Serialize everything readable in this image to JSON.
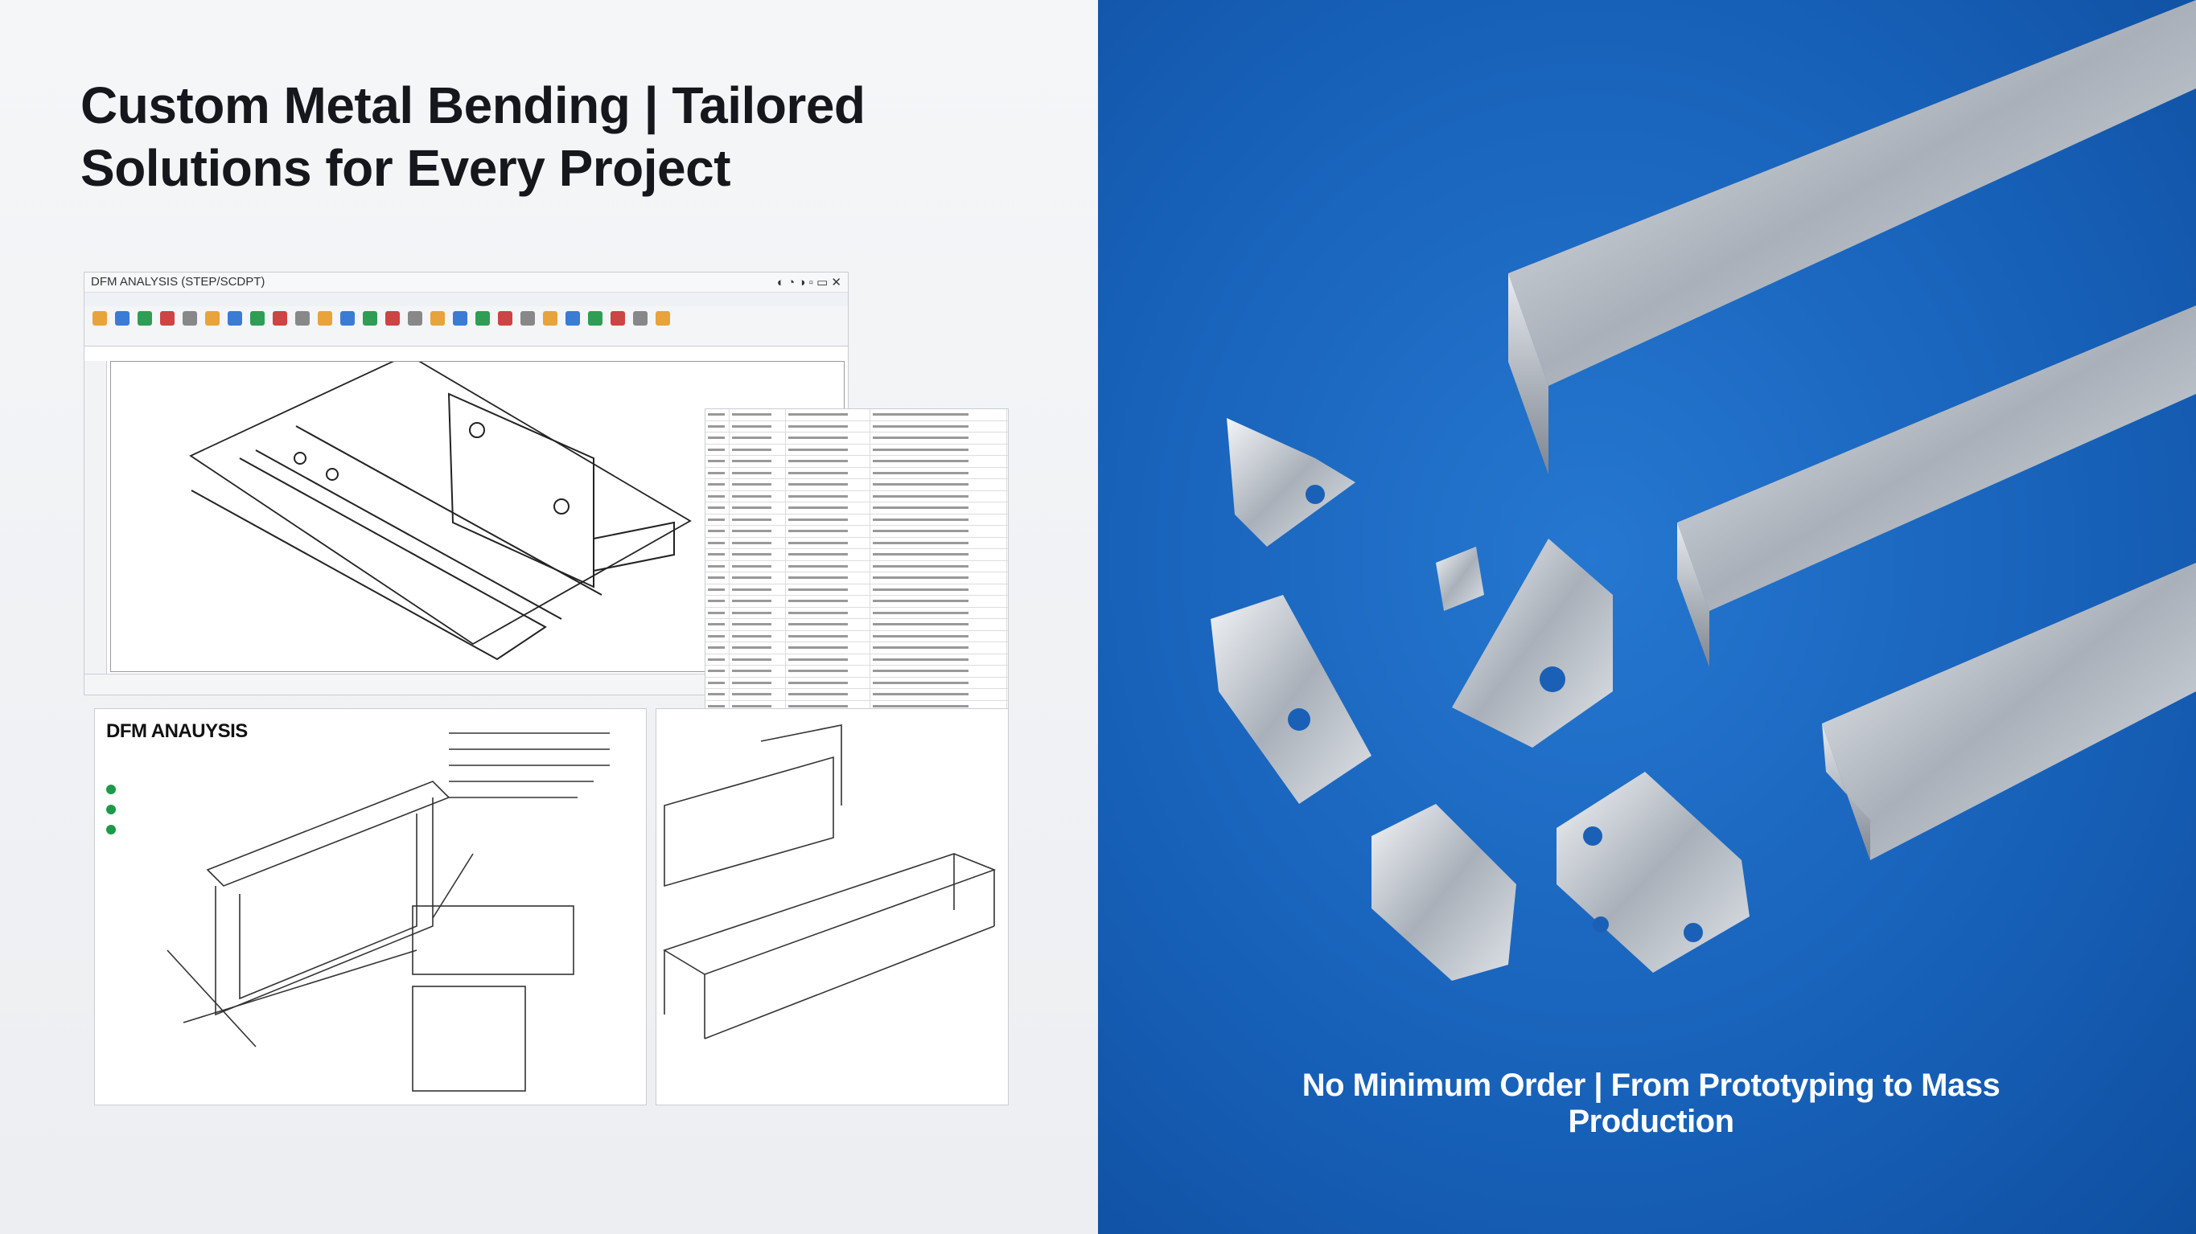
{
  "headline": {
    "line1": "Custom Metal Bending | Tailored",
    "line2": "Solutions for Every Project"
  },
  "cad_window": {
    "title": "DFM ANALYSIS (STEP/SCDPT)"
  },
  "dfm_panel": {
    "title": "DFM ANAUYSIS"
  },
  "tagline": "No Minimum Order | From Prototyping to Mass Production",
  "colors": {
    "blue_bg": "#1a66c0",
    "text_dark": "#15171c",
    "text_light": "#ffffff"
  }
}
